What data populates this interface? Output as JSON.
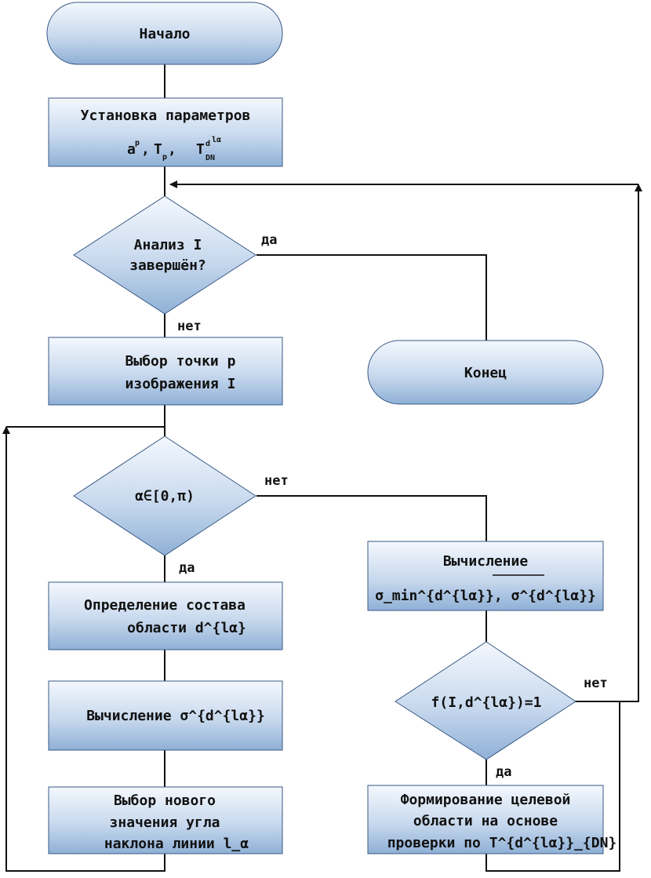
{
  "start": {
    "label": "Начало"
  },
  "params": {
    "line1": "Установка параметров",
    "formula": "a^p, T_p, T^{d^{lα}}_{DN}"
  },
  "decision_analysis": {
    "line1": "Анализ I",
    "line2": "завершён?",
    "yes": "да",
    "no": "нет"
  },
  "select_point": {
    "line1": "Выбор точки p",
    "line2": "изображения I"
  },
  "end": {
    "label": "Конец"
  },
  "decision_angle": {
    "label": "α∈[0,π)",
    "yes": "да",
    "no": "нет"
  },
  "define_region": {
    "line1": "Определение состава",
    "line2": "области d^{lα}"
  },
  "compute_sigma": {
    "label": "Вычисление σ^{d^{lα}}"
  },
  "select_angle": {
    "line1": "Выбор нового",
    "line2": "значения угла",
    "line3": "наклона линии l_α"
  },
  "compute_min": {
    "line1": "Вычисление",
    "formula": "σ_min^{d^{lα}}, σ^{d^{lα}}"
  },
  "decision_f": {
    "label": "f(I,d^{lα})=1",
    "yes": "да",
    "no": "нет"
  },
  "form_target": {
    "line1": "Формирование целевой",
    "line2": "области на основе",
    "line3": "проверки по T^{d^{lα}}_{DN}"
  }
}
